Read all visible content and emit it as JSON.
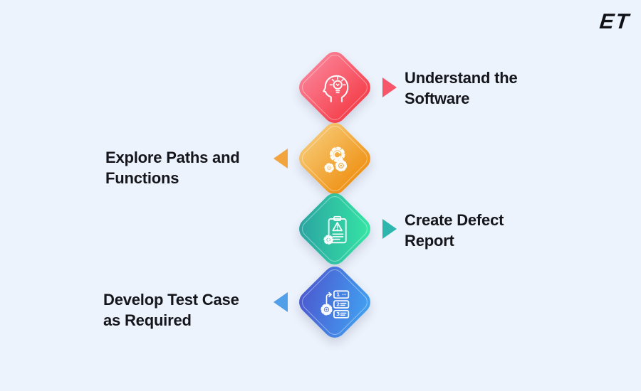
{
  "logo": {
    "text": "ET",
    "color": "#101116"
  },
  "background_color": "#EDF3FC",
  "text_color": "#15161B",
  "steps": [
    {
      "label_line1": "Understand the",
      "label_line2": "Software",
      "side": "right",
      "icon": "head-lightbulb-icon",
      "gradient_from": "#FA7B8F",
      "gradient_to": "#F5424E",
      "arrow_color": "#F7566A"
    },
    {
      "label_line1": "Explore Paths and",
      "label_line2": "Functions",
      "side": "left",
      "icon": "gears-icon",
      "gradient_from": "#F6C369",
      "gradient_to": "#EF9419",
      "arrow_color": "#F2A43E"
    },
    {
      "label_line1": "Create Defect",
      "label_line2": "Report",
      "side": "right",
      "icon": "defect-report-clipboard-icon",
      "gradient_from": "#2AA0A2",
      "gradient_to": "#36E9A4",
      "arrow_color": "#2CB6AE"
    },
    {
      "label_line1": "Develop Test Case",
      "label_line2": "as Required",
      "side": "left",
      "icon": "numbered-test-steps-gear-icon",
      "gradient_from": "#4C56CE",
      "gradient_to": "#41A4F2",
      "arrow_color": "#519EE9",
      "icon_numbers": [
        "1",
        "2",
        "3"
      ]
    }
  ]
}
